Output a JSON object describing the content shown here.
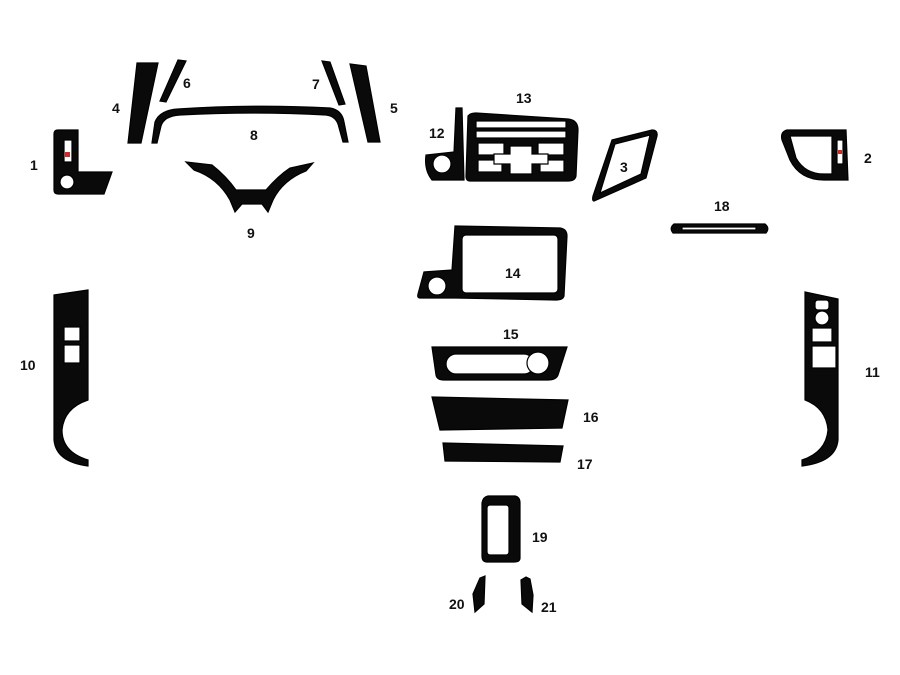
{
  "labels": {
    "p1": "1",
    "p2": "2",
    "p3": "3",
    "p4": "4",
    "p5": "5",
    "p6": "6",
    "p7": "7",
    "p8": "8",
    "p9": "9",
    "p10": "10",
    "p11": "11",
    "p12": "12",
    "p13": "13",
    "p14": "14",
    "p15": "15",
    "p16": "16",
    "p17": "17",
    "p18": "18",
    "p19": "19",
    "p20": "20",
    "p21": "21"
  },
  "colors": {
    "piece": "#0a0a0a",
    "cutout": "#ffffff",
    "accent": "#d12a2a"
  }
}
